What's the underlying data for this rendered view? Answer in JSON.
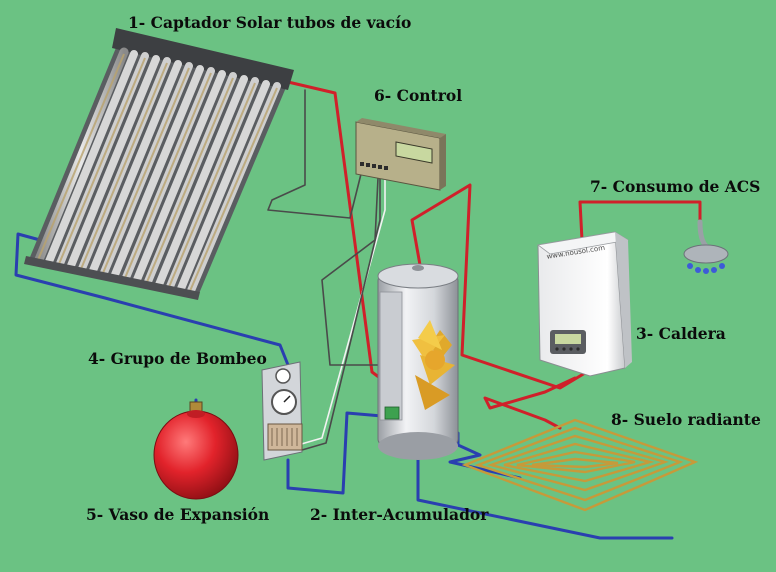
{
  "labels": {
    "collector": "1- Captador Solar tubos de vacío",
    "accumulator": "2- Inter-Acumulador",
    "boiler": "3- Caldera",
    "pump_group": "4- Grupo de Bombeo",
    "expansion_vessel": "5- Vaso de Expansión",
    "control": "6- Control",
    "dhw": "7- Consumo de ACS",
    "floor_heating": "8- Suelo radiante"
  },
  "boiler_brand": "www.nousol.com",
  "colors": {
    "background": "#6bc283",
    "hot_pipe": "#d0202a",
    "cold_pipe": "#2a3fb0",
    "signal_wire": "#4a4a4a",
    "expansion_vessel": "#e2232b"
  }
}
